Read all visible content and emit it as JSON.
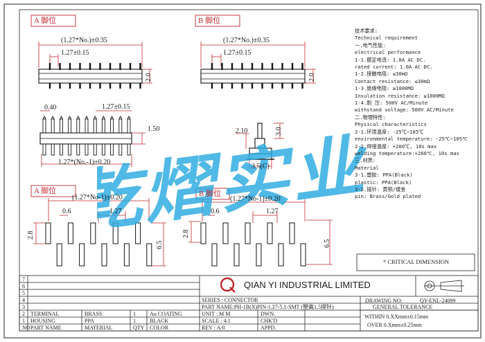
{
  "views": {
    "top_left_title": "A 脚位",
    "top_right_title": "B 脚位",
    "bottom_left_title": "A 脚位",
    "bottom_right_title": "B 脚位"
  },
  "dims": {
    "a_overall": "(1.27*No.)±0.35",
    "a_pitch": "1.27±0.15",
    "a_height": "2.0",
    "b_overall": "(1.27*No.)±0.35",
    "b_pitch": "1.27±0.15",
    "b_height": "2.0",
    "side_pin": "0.40",
    "side_pitch": "1.27±0.15",
    "side_height": "1.50",
    "side_total": "1.27*(No.-1)±0.20",
    "end_210": "2.10",
    "end_30": "3.0",
    "end_35": "3.5(C)",
    "pa_overall": "(1.27*No-1)±0.20",
    "pa_06": "0.6",
    "pa_127": "1.27",
    "pa_28": "2.8",
    "pa_65": "6.5",
    "pb_overall": "(1.27*No-1)±0.20",
    "pb_06": "0.6",
    "pb_127": "1.27",
    "pb_28": "2.8",
    "pb_65": "6.5"
  },
  "spec_lines": [
    "技术要求:",
    "Technical requirement",
    "一.电气性能:",
    "electrical performance",
    "  1-1.额定电流: 1.0A AC DC.",
    "  rated current: 1.0A AC DC.",
    "  1-2.接触电阻: ≤30mΩ",
    "  Contact resistance: ≤30mΩ",
    "  1-3.绝缘电阻: ≥1000MΩ",
    "  Insulation resistance: ≥1000MΩ",
    "  1-4.耐  压: 500V AC/Minute",
    "  withstand voltage: 500V AC/Minute",
    "二.物理特性:",
    "Physical characteristics",
    "  2-1.环境温度: -25℃~105℃",
    "  environmental temperature: -25℃~105℃",
    "  2-2.焊接温度: +260℃, 10s max",
    "  welding temperature:+260℃, 10s max",
    "三.材质:",
    "Material",
    "  3-1.塑胶: PPA(Black)",
    "  plastic: PPA(Black)",
    "  3-2.插针: 黄铜/镀金",
    "        pin: Brass/Gold plated"
  ],
  "critical": "* CRITICAL DIMENSION",
  "watermark": "乾熠实业",
  "title_block": {
    "company": "QIAN YI INDUSTRIAL LIMITED",
    "drawing_no_label": "DRAWING NO:",
    "drawing_no": "QY-ENL-24099",
    "series": "SERIES : CONNECTOR",
    "part_name": "PART NAME:PH-1B(X)PIN-1.27-5.1-SMT (塑高1.5排针)",
    "unit": "UNIT : M M",
    "dwn": "DWN.",
    "scale": "SCALE : 4:1",
    "chkd": "CHK'D",
    "rev": "REV  :  A/0",
    "appd": "APPD.",
    "general_tolerance": "GENERAL TOLERANCE",
    "within": "WITHIN 0.XXmm±0.15mm",
    "over": "OVER   0.Xmm±0.25mm",
    "rows": [
      "7",
      "6",
      "5",
      "4",
      "3"
    ],
    "bom": [
      {
        "no": "2",
        "part": "TERMINAL",
        "material": "BRASS",
        "qty": "1",
        "color": "Au COATING"
      },
      {
        "no": "1",
        "part": "HOUSING",
        "material": "PPA",
        "qty": "1",
        "color": "BLACK"
      }
    ],
    "bom_header": {
      "no": "NO",
      "part": "PART NAME",
      "material": "MATERIAL",
      "qty": "QTY",
      "color": "COLOR"
    }
  },
  "colors": {
    "red": "#c0282d",
    "watermark": "#2aa9e0",
    "line": "#1a1a1a"
  }
}
